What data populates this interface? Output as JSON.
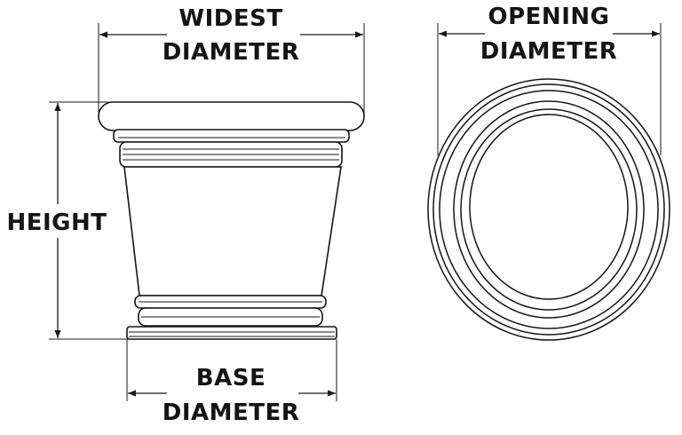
{
  "labels": {
    "widest_diameter": [
      "WIDEST",
      "DIAMETER"
    ],
    "opening_diameter": [
      "OPENING",
      "DIAMETER"
    ],
    "height": "HEIGHT",
    "base_diameter": [
      "BASE",
      "DIAMETER"
    ]
  }
}
